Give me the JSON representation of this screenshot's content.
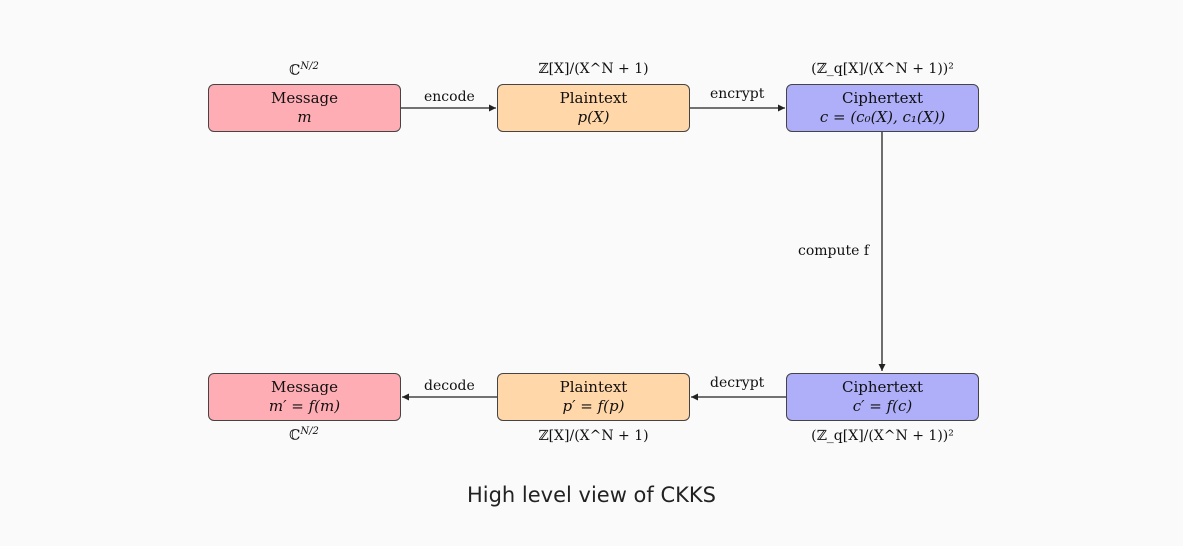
{
  "caption": "High level view of CKKS",
  "top": {
    "message": {
      "title": "Message",
      "value": "m",
      "set": "ℂ^{N/2}"
    },
    "plaintext": {
      "title": "Plaintext",
      "value": "p(X)",
      "set": "ℤ[X]/(X^N + 1)"
    },
    "ciphertext": {
      "title": "Ciphertext",
      "value": "c = (c₀(X), c₁(X))",
      "set": "(ℤ_q[X]/(X^N + 1))²"
    }
  },
  "bottom": {
    "message": {
      "title": "Message",
      "value": "m′ = f(m)",
      "set": "ℂ^{N/2}"
    },
    "plaintext": {
      "title": "Plaintext",
      "value": "p′ = f(p)",
      "set": "ℤ[X]/(X^N + 1)"
    },
    "ciphertext": {
      "title": "Ciphertext",
      "value": "c′ = f(c)",
      "set": "(ℤ_q[X]/(X^N + 1))²"
    }
  },
  "edges": {
    "encode": "encode",
    "encrypt": "encrypt",
    "compute": "compute f",
    "decrypt": "decrypt",
    "decode": "decode"
  },
  "colors": {
    "message": "#ffadb4",
    "plaintext": "#ffd7a8",
    "ciphertext": "#aeaef9"
  }
}
